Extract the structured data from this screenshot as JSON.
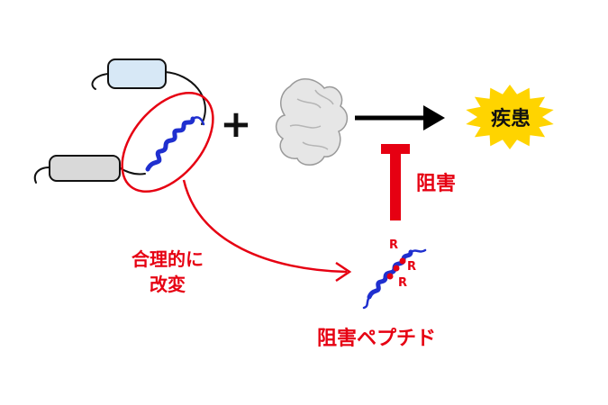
{
  "labels": {
    "disease": "疾患",
    "inhibition": "阻害",
    "rational_design_line1": "合理的に",
    "rational_design_line2": "改変",
    "inhibitor_peptide": "阻害ペプチド",
    "plus_sign": "+",
    "arginine_mark": "R"
  },
  "colors": {
    "accent_red": "#e60012",
    "helix_blue": "#1f2fcf",
    "burst_yellow": "#ffd400",
    "domain_top_fill": "#d7e8f6",
    "domain_bottom_fill": "#d9d9d9",
    "protein_surface": "#e6e6e6"
  }
}
